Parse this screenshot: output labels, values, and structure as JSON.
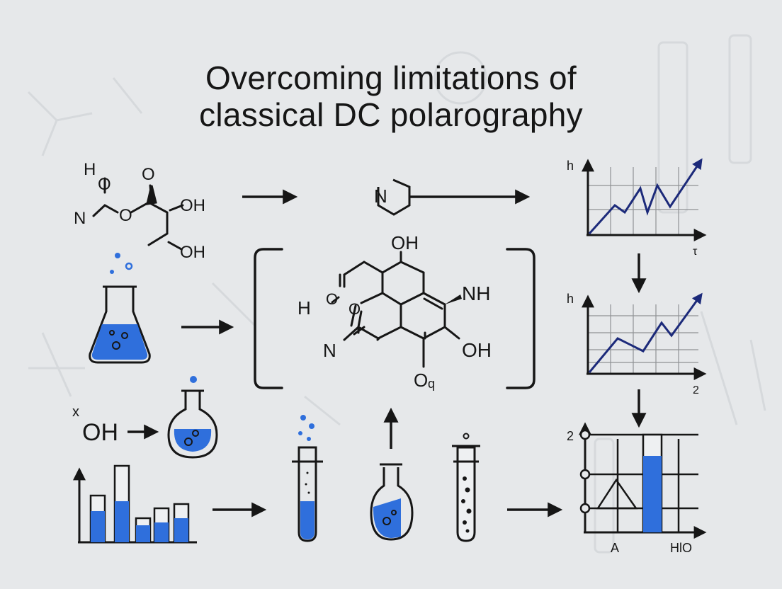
{
  "title": {
    "line1": "Overcoming limitations of",
    "line2": "classical DC polarography"
  },
  "molecule_top_left": {
    "labels": [
      "H",
      "O",
      "N",
      "O",
      "O",
      "OH",
      "OH"
    ]
  },
  "central_molecule": {
    "labels": [
      "OH",
      "H",
      "O",
      "O",
      "NH",
      "N",
      "OH",
      "O",
      "q"
    ]
  },
  "ring_fragment": {
    "label": "N"
  },
  "hydroxide": {
    "label": "OH",
    "superscript": "x"
  },
  "graph_top": {
    "y_label": "h",
    "x_label": "τ"
  },
  "graph_mid": {
    "y_label": "h",
    "x_label": "2"
  },
  "graph_bottom": {
    "y_label": "2",
    "x_labels": [
      "A",
      "HlO"
    ]
  },
  "colors": {
    "ink": "#161616",
    "blue": "#2f6fdc",
    "navy": "#1c2a7a",
    "grid": "#8f9295",
    "background": "#e6e8ea"
  }
}
